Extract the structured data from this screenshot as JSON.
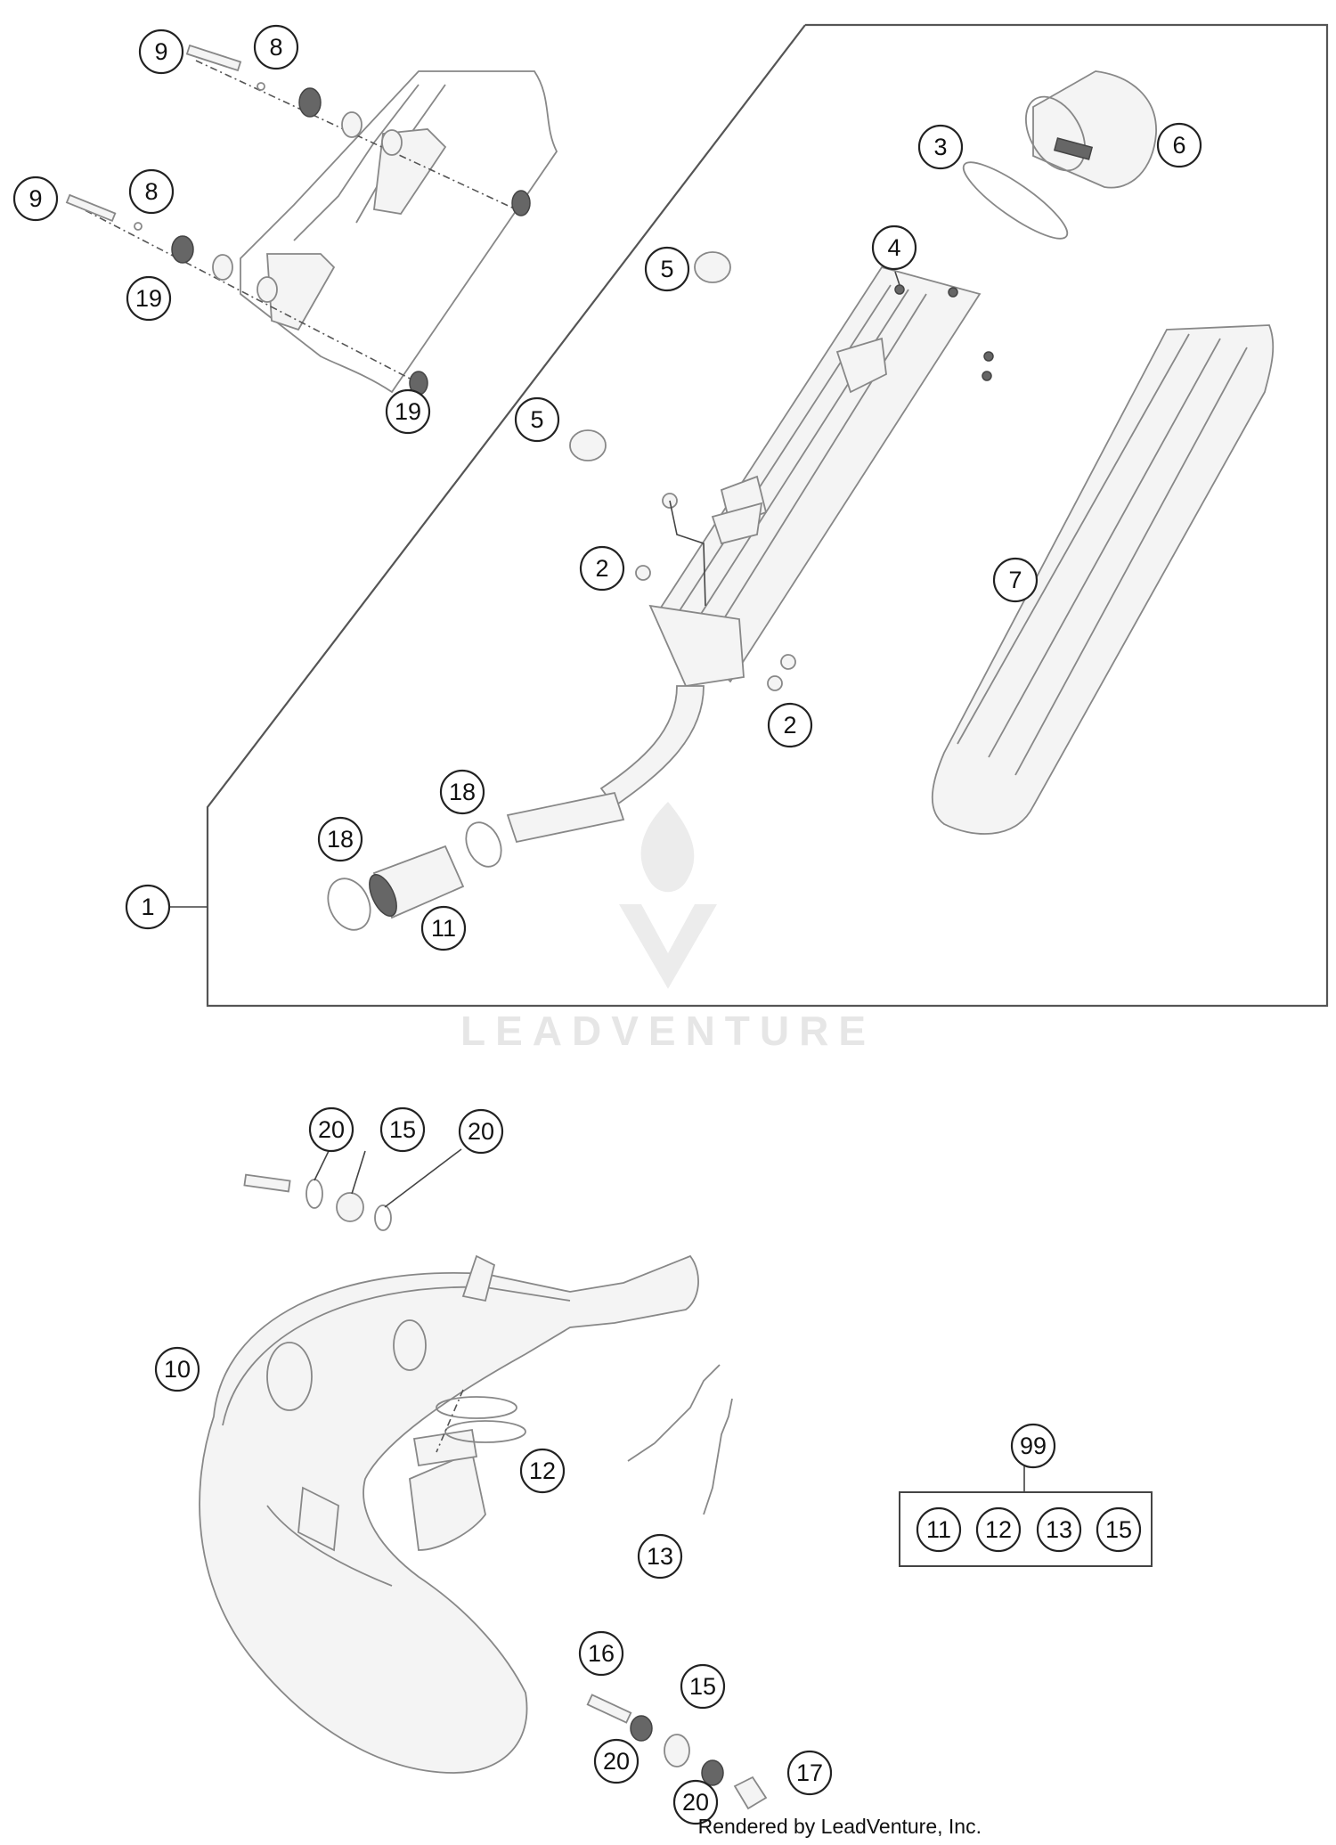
{
  "watermark": "LEADVENTURE",
  "footer": "Rendered by LeadVenture, Inc.",
  "callouts": {
    "c9a": "9",
    "c8a": "8",
    "c9b": "9",
    "c8b": "8",
    "c19a": "19",
    "c19b": "19",
    "c3": "3",
    "c6": "6",
    "c4": "4",
    "c5a": "5",
    "c5b": "5",
    "c2a": "2",
    "c2b": "2",
    "c7": "7",
    "c18a": "18",
    "c18b": "18",
    "c11": "11",
    "c1": "1",
    "c20a": "20",
    "c15a": "15",
    "c20b": "20",
    "c10": "10",
    "c12": "12",
    "c13": "13",
    "c16": "16",
    "c15b": "15",
    "c20c": "20",
    "c20d": "20",
    "c17": "17"
  },
  "kit": {
    "label": "99",
    "items": [
      "11",
      "12",
      "13",
      "15"
    ]
  },
  "colors": {
    "line": "#555555",
    "callout_stroke": "#222222",
    "watermark": "#e6e6e6"
  }
}
